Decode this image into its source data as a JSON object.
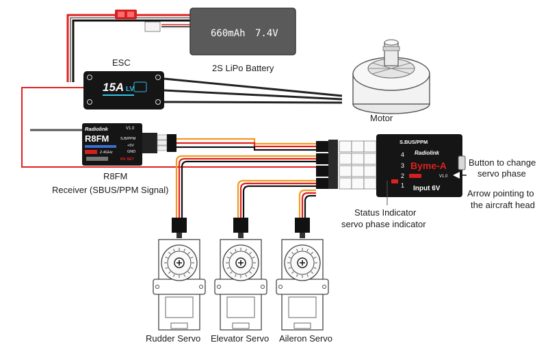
{
  "battery": {
    "capacity": "660mAh",
    "voltage": "7.4V",
    "caption": "2S LiPo Battery"
  },
  "esc": {
    "caption": "ESC",
    "rating": "15A",
    "rating_suffix": "LV"
  },
  "motor": {
    "caption": "Motor"
  },
  "receiver": {
    "brand": "Radiolink",
    "version": "V1.0",
    "model": "R8FM",
    "pin_sbus": "S.B/PPM",
    "pin_5v": "+5V",
    "pin_gnd": "GND",
    "band": "2.4GHz",
    "set_label": "RX SET",
    "caption_name": "R8FM",
    "caption_desc": "Receiver (SBUS/PPM Signal)"
  },
  "gyro": {
    "port_label": "S.BUS/PPM",
    "brand": "Radiolink",
    "model": "Byme-A",
    "version": "V1.0",
    "input": "Input 6V",
    "ports": [
      "4",
      "3",
      "2",
      "1"
    ]
  },
  "annotations": {
    "button": [
      "Button to change",
      "servo phase"
    ],
    "arrow": [
      "Arrow pointing to",
      "the aircraft head"
    ],
    "status": [
      "Status Indicator",
      "servo phase indicator"
    ]
  },
  "servos": [
    {
      "name": "Rudder Servo"
    },
    {
      "name": "Elevator Servo"
    },
    {
      "name": "Aileron Servo"
    }
  ],
  "colors": {
    "red_wire": "#e02020",
    "black_wire": "#111111",
    "orange_wire": "#f29a1c",
    "battery_body": "#5a5a5a",
    "esc_body": "#151515",
    "rating_accent": "#35c0e8",
    "connector_red": "#d42020"
  }
}
